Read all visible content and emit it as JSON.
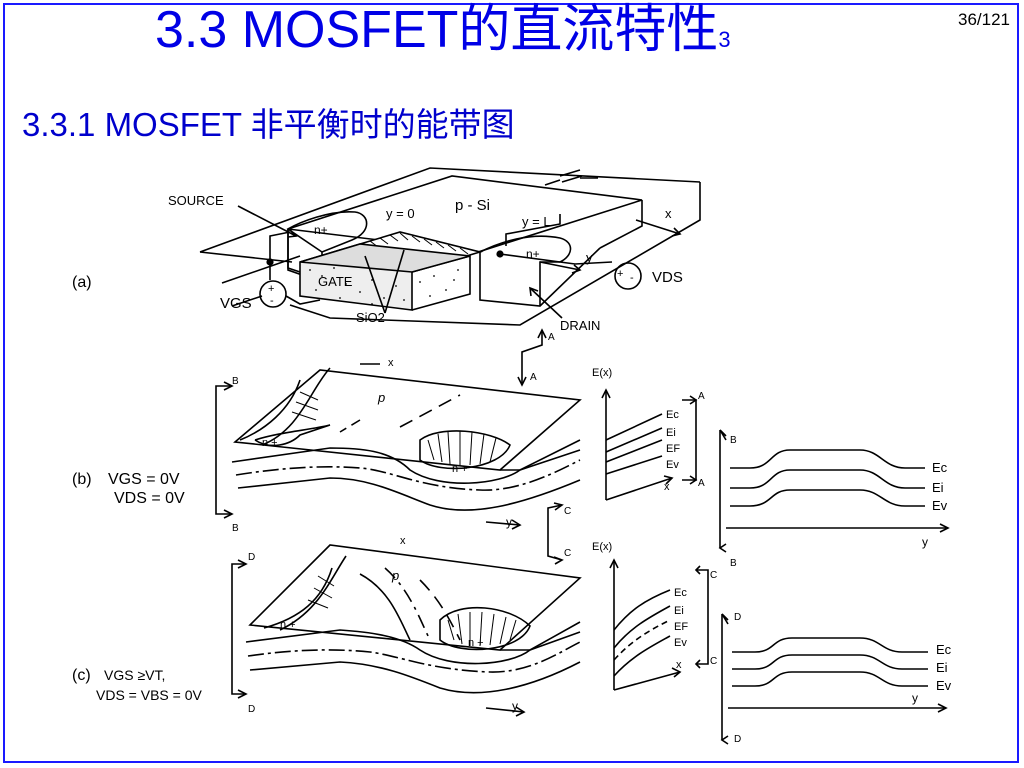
{
  "slide": {
    "title_main": "3.3  MOSFET的直流特性",
    "title_sub": "3",
    "page_number": "36/121",
    "subtitle": "3.3.1  MOSFET 非平衡时的能带图"
  },
  "figure_a": {
    "label": "(a)",
    "source": "SOURCE",
    "n_plus_src": "n+",
    "y0": "y = 0",
    "psi": "p  - Si",
    "yL": "y = L",
    "x": "x",
    "n_plus_drn": "n+",
    "y": "y",
    "gate": "GATE",
    "sio2": "SiO2",
    "vgs": "VGS",
    "vds": "VDS",
    "drain": "DRAIN",
    "plus": "+",
    "minus": "-",
    "A_top": "A",
    "A_bot": "A"
  },
  "figure_b": {
    "label": "(b)",
    "cond1": "VGS = 0V",
    "cond2": "VDS = 0V",
    "B_top": "B",
    "B_bot": "B",
    "x": "x",
    "p": "p",
    "n_src": "n +",
    "n_drn": "n +",
    "y": "y",
    "C_top": "C",
    "C_bot": "C",
    "Ex": "E(x)",
    "A_top": "A",
    "A_bot": "A",
    "Ec": "Ec",
    "Ei": "Ei",
    "EF": "EF",
    "Ev": "Ev",
    "xax": "x",
    "right_B_top": "B",
    "right_B_bot": "B",
    "right_Ec": "Ec",
    "right_Ei": "Ei",
    "right_Ev": "Ev",
    "right_y": "y"
  },
  "figure_c": {
    "label": "(c)",
    "cond1": "VGS ≥VT,",
    "cond2": "VDS = VBS = 0V",
    "D_top": "D",
    "D_bot": "D",
    "x": "x",
    "p": "p",
    "n_src": "n +",
    "n_drn": "n +",
    "y": "y",
    "Ex": "E(x)",
    "C_top": "C",
    "C_bot": "C",
    "Ec": "Ec",
    "Ei": "Ei",
    "EF": "EF",
    "Ev": "Ev",
    "xax": "x",
    "right_D_top": "D",
    "right_D_bot": "D",
    "right_Ec": "Ec",
    "right_Ei": "Ei",
    "right_Ev": "Ev",
    "right_y": "y"
  }
}
